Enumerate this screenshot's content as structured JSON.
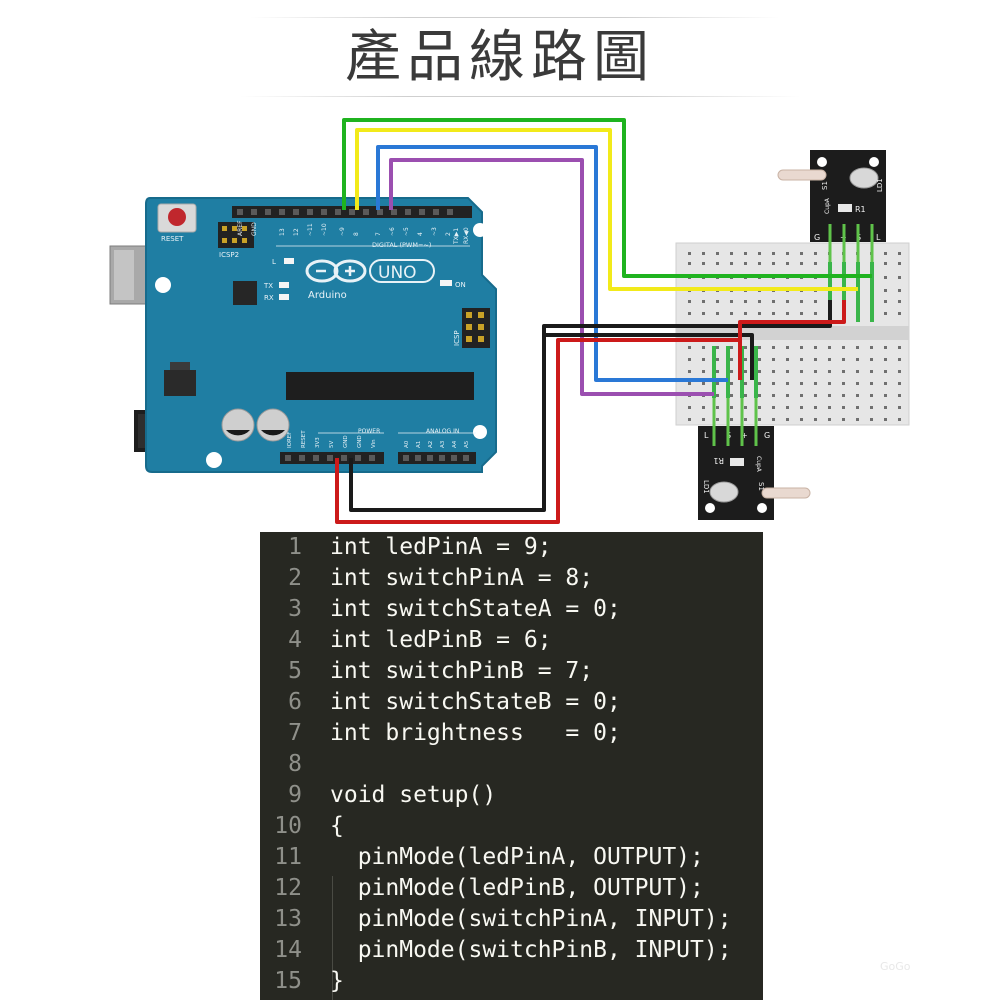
{
  "title": "產品線路圖",
  "board": {
    "reset_label": "RESET",
    "icsp2_label": "ICSP2",
    "icsp_label": "ICSP",
    "digital_label": "DIGITAL (PWM=~)",
    "l_label": "L",
    "tx_label": "TX",
    "rx_label": "RX",
    "on_label": "ON",
    "logo_text": "UNO",
    "brand_text": "Arduino",
    "power_label": "POWER",
    "analog_label": "ANALOG IN",
    "top_pins": [
      "AREF",
      "GND",
      "13",
      "12",
      "~11",
      "~10",
      "~9",
      "8",
      "7",
      "~6",
      "~5",
      "4",
      "~3",
      "2",
      "TX▶1",
      "RX◀0"
    ],
    "power_pins": [
      "IOREF",
      "RESET",
      "3V3",
      "5V",
      "GND",
      "GND",
      "Vin"
    ],
    "analog_pins": [
      "A0",
      "A1",
      "A2",
      "A3",
      "A4",
      "A5"
    ]
  },
  "modules": {
    "top": {
      "pins": [
        "G",
        "+",
        "S",
        "L"
      ],
      "label_ld": "LD1",
      "label_s": "S1",
      "label_cup": "CupA",
      "label_r": "R1"
    },
    "bottom": {
      "pins": [
        "L",
        "S",
        "+",
        "G"
      ],
      "label_ld": "LD1",
      "label_s": "S1",
      "label_cup": "CupA",
      "label_r": "R1"
    }
  },
  "wire_colors": {
    "green": "#1fb31f",
    "yellow": "#f2ea1a",
    "blue": "#2a78d6",
    "purple": "#9b4fb0",
    "black": "#1a1a1a",
    "red": "#cc1a1a"
  },
  "code": {
    "lines": [
      {
        "n": "1",
        "t": "int ledPinA = 9;"
      },
      {
        "n": "2",
        "t": "int switchPinA = 8;"
      },
      {
        "n": "3",
        "t": "int switchStateA = 0;"
      },
      {
        "n": "4",
        "t": "int ledPinB = 6;"
      },
      {
        "n": "5",
        "t": "int switchPinB = 7;"
      },
      {
        "n": "6",
        "t": "int switchStateB = 0;"
      },
      {
        "n": "7",
        "t": "int brightness   = 0;"
      },
      {
        "n": "8",
        "t": ""
      },
      {
        "n": "9",
        "t": "void setup()"
      },
      {
        "n": "10",
        "t": "{"
      },
      {
        "n": "11",
        "t": "  pinMode(ledPinA, OUTPUT);"
      },
      {
        "n": "12",
        "t": "  pinMode(ledPinB, OUTPUT);"
      },
      {
        "n": "13",
        "t": "  pinMode(switchPinA, INPUT);"
      },
      {
        "n": "14",
        "t": "  pinMode(switchPinB, INPUT);"
      },
      {
        "n": "15",
        "t": "}"
      }
    ]
  },
  "watermark": "GoGo"
}
